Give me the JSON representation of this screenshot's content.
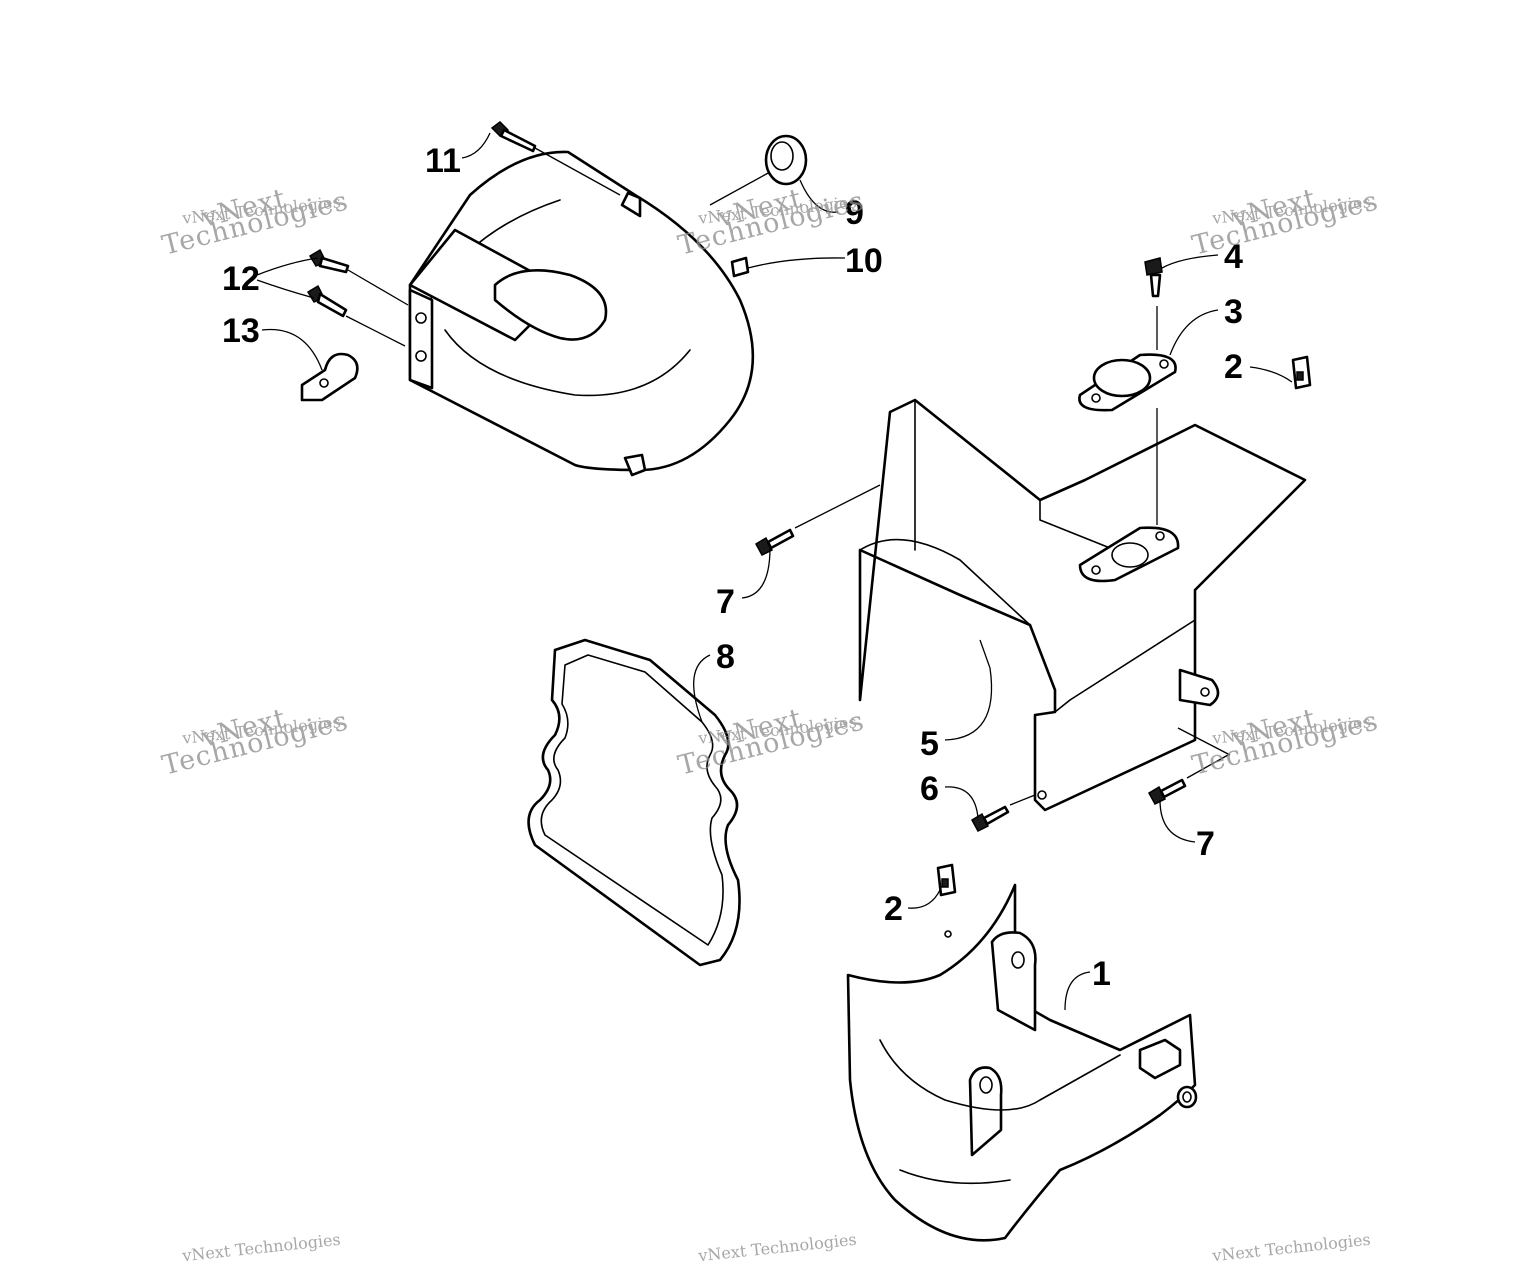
{
  "diagram": {
    "callouts": [
      "1",
      "2",
      "2",
      "3",
      "4",
      "5",
      "6",
      "7",
      "7",
      "8",
      "9",
      "10",
      "11",
      "12",
      "13"
    ]
  },
  "watermark": {
    "line_top": "vNext Technologies",
    "line_big_a": "vNext",
    "line_big_b": "Technologies"
  }
}
